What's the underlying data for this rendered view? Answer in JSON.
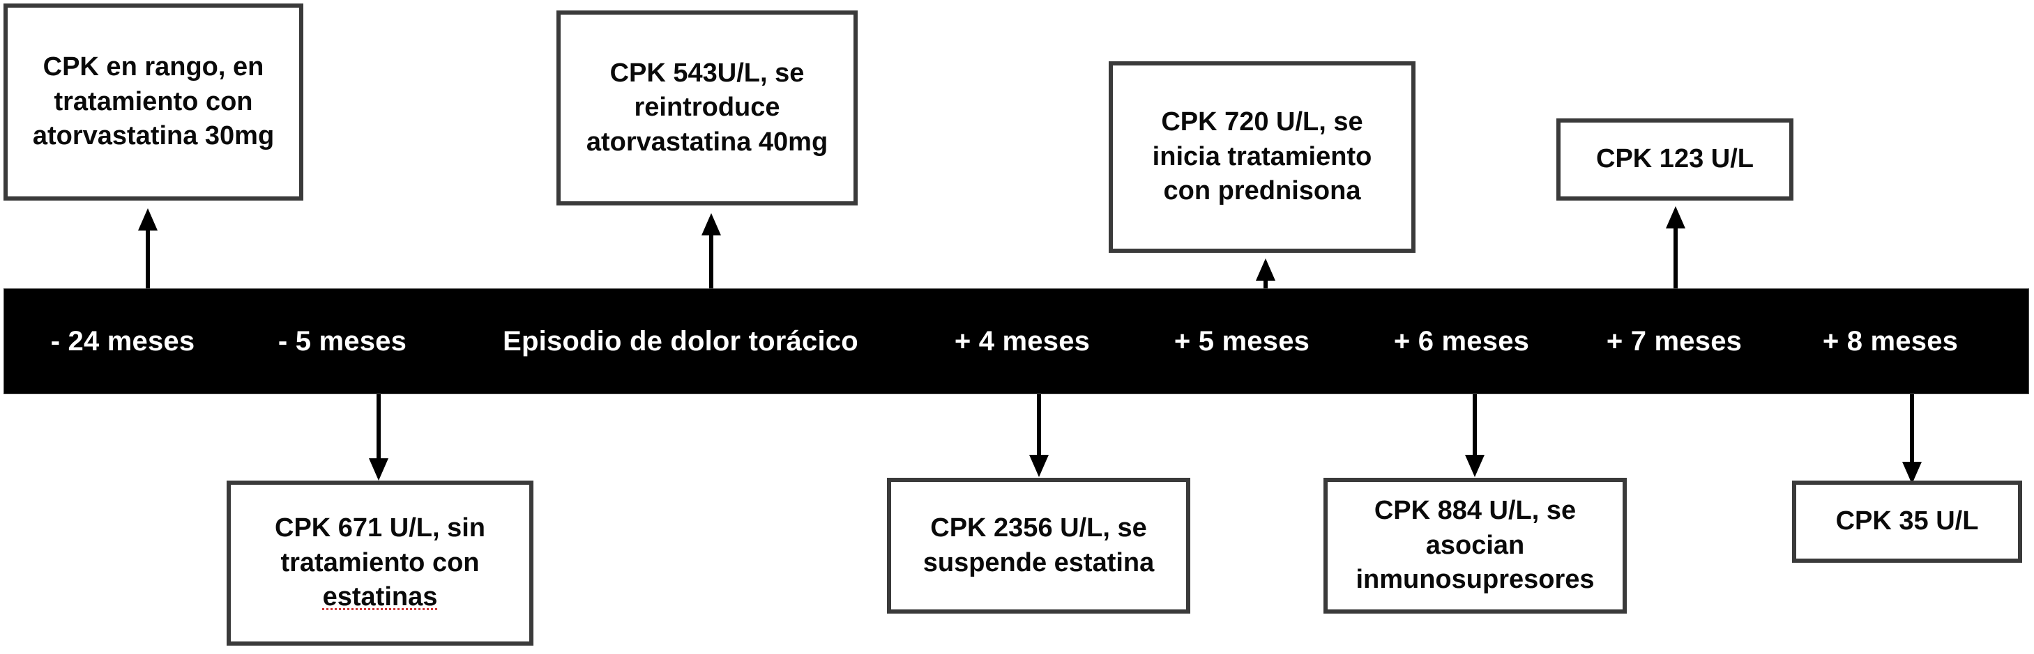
{
  "diagram": {
    "title": "Cronologia CPK",
    "bar_color": "#000000",
    "bar_text_color": "#ffffff",
    "box_border_color": "#3a3a3a",
    "spellcheck_underline_color": "#d23b3b",
    "background_color": "#ffffff"
  },
  "timeline": {
    "points": [
      {
        "id": "t-24m",
        "label": "- 24 meses"
      },
      {
        "id": "t-5m",
        "label": "- 5 meses"
      },
      {
        "id": "t-episode",
        "label": "Episodio de dolor torácico"
      },
      {
        "id": "t+4m",
        "label": "+ 4 meses"
      },
      {
        "id": "t+5m",
        "label": "+ 5 meses"
      },
      {
        "id": "t+6m",
        "label": "+ 6 meses"
      },
      {
        "id": "t+7m",
        "label": "+ 7 meses"
      },
      {
        "id": "t+8m",
        "label": "+ 8 meses"
      }
    ]
  },
  "events_above": [
    {
      "id": "above-1",
      "anchor": "- 24 meses",
      "text": "CPK en rango, en\ntratamiento con\natorvastatina 30mg"
    },
    {
      "id": "above-2",
      "anchor": "Episodio de dolor torácico",
      "text": "CPK 543U/L, se\nreintroduce\natorvastatina 40mg"
    },
    {
      "id": "above-3",
      "anchor": "+ 5 meses",
      "text": "CPK 720 U/L, se\ninicia tratamiento\ncon prednisona"
    },
    {
      "id": "above-4",
      "anchor": "+ 7 meses",
      "text": "CPK 123 U/L"
    }
  ],
  "events_below": [
    {
      "id": "below-1",
      "anchor": "- 5 meses",
      "text_before": "CPK 671 U/L, sin\ntratamiento con\n",
      "text_misspelled": "estatinas",
      "text_after": ""
    },
    {
      "id": "below-2",
      "anchor": "+ 4 meses",
      "text": "CPK 2356 U/L, se\nsuspende estatina"
    },
    {
      "id": "below-3",
      "anchor": "+ 6 meses",
      "text": "CPK 884 U/L, se\nasocian\ninmunosupresores"
    },
    {
      "id": "below-4",
      "anchor": "+ 8 meses",
      "text": "CPK 35 U/L"
    }
  ]
}
